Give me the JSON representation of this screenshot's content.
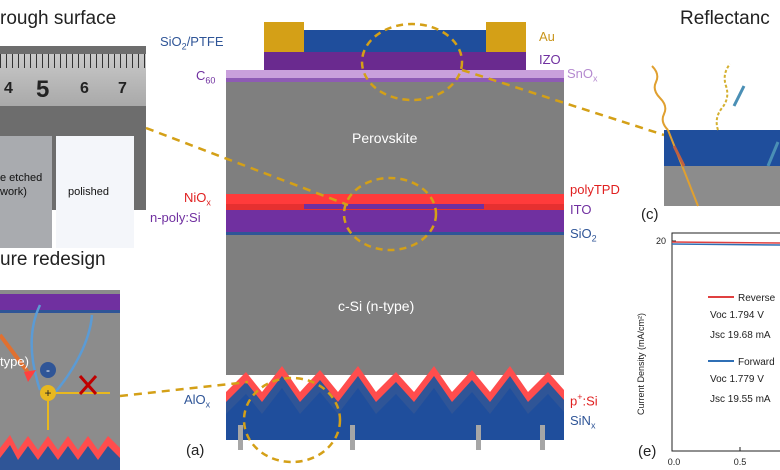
{
  "left_top": {
    "title": "rough surface",
    "ruler_numbers": [
      "4",
      "5",
      "6",
      "7"
    ],
    "sample_left_line1": "e etched",
    "sample_left_line2": "work)",
    "sample_right": "polished"
  },
  "left_bottom": {
    "title": "ure redesign",
    "type_label": "type)",
    "minus_sign": "-",
    "plus_sign": "+"
  },
  "center": {
    "panel_letter": "(a)",
    "layers": {
      "sio2_ptfe": "SiO",
      "sio2_ptfe_sub": "2",
      "sio2_ptfe_tail": "/PTFE",
      "c60": "C",
      "c60_sub": "60",
      "au": "Au",
      "izo": "IZO",
      "snox": "SnO",
      "snox_sub": "x",
      "perovskite": "Perovskite",
      "niox": "NiO",
      "niox_sub": "x",
      "npoly": "n-poly:Si",
      "polytpd": "polyTPD",
      "ito": "ITO",
      "sio2": "SiO",
      "sio2_sub": "2",
      "csi": "c-Si (n-type)",
      "alox": "AlO",
      "alox_sub": "x",
      "psi": "p",
      "psi_sup": "+",
      "psi_tail": ":Si",
      "sinx": "SiN",
      "sinx_sub": "x"
    }
  },
  "right_top": {
    "title": "Reflectanc",
    "panel_letter": "(c)"
  },
  "right_bottom": {
    "panel_letter": "(e)",
    "ylabel": "Current Density (mA/cm²)",
    "y_tick": "20",
    "x_ticks": [
      "0.0",
      "0.5"
    ],
    "legend_reverse": "Reverse",
    "reverse_voc": "Voc 1.794 V",
    "reverse_jsc": "Jsc 19.68 mA",
    "legend_forward": "Forward",
    "forward_voc": "Voc 1.779 V",
    "forward_jsc": "Jsc 19.55 mA"
  },
  "colors": {
    "silicon_gray": "#7f7f7f",
    "blue_layer": "#1f4e9c",
    "purple_layer": "#7030a0",
    "red_layer": "#ff3b3b",
    "gold": "#d4a017",
    "lilac": "#c9a0dc",
    "callout_dash": "#d4a017"
  }
}
